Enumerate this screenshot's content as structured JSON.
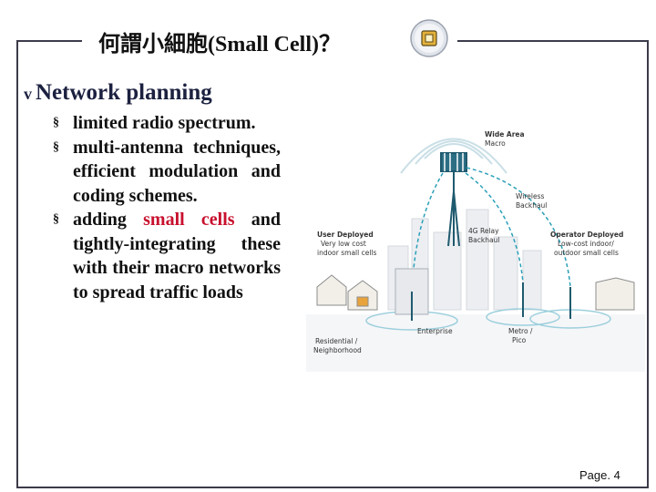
{
  "slide": {
    "title": "何謂小細胞(Small Cell)？",
    "heading": "Network planning",
    "heading_marker": "v",
    "bullet_marker": "§",
    "bullets": [
      {
        "text": "limited radio spectrum."
      },
      {
        "text": "multi-antenna techniques, efficient modulation and coding schemes."
      },
      {
        "prefix": "adding ",
        "highlight": "small cells",
        "suffix": " and tightly-integrating these with their macro networks to spread traffic loads"
      }
    ],
    "page_label": "Page. 4"
  },
  "diagram": {
    "labels": {
      "wide_area": "Wide Area",
      "macro": "Macro",
      "wireless_backhaul_1": "Wireless",
      "wireless_backhaul_2": "Backhaul",
      "relay_1": "4G Relay",
      "relay_2": "Backhaul",
      "user_deployed": "User Deployed",
      "user_sub_1": "Very low cost",
      "user_sub_2": "indoor small cells",
      "operator_deployed": "Operator Deployed",
      "operator_sub_1": "Low-cost indoor/",
      "operator_sub_2": "outdoor small cells",
      "residential_1": "Residential /",
      "residential_2": "Neighborhood",
      "enterprise": "Enterprise",
      "metro_1": "Metro /",
      "metro_2": "Pico"
    }
  },
  "colors": {
    "highlight": "#c8102e",
    "frame": "#3b3b4a",
    "heading": "#1c2140",
    "diagram_accent": "#2aa0b8"
  },
  "icons": {
    "logo": "square-button-icon",
    "heading_marker": "diamond-bullet-icon"
  }
}
